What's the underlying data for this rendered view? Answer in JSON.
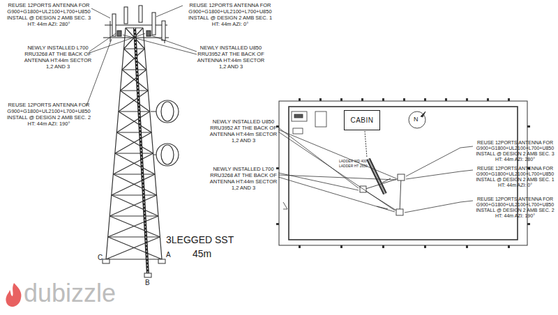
{
  "diagram": {
    "nodes": [
      {
        "text": [
          "CABIN"
        ]
      }
    ],
    "labels": [
      "REUSE 12PORTS ANTENNA FOR G900+G1800+UL2100+L700+U850 INSTALL @ DESIGN 2 AMB SEC. 3 HT: 44m AZI: 280°",
      "NEWLY INSTALLED L700 RRU3268 AT THE BACK OF ANTENNA HT:44m SECTOR 1,2 AND 3",
      "REUSE 12PORTS ANTENNA FOR G900+G1800+UL2100+L700+U850 INSTALL @ DESIGN 2 AMB SEC. 2 HT: 44m AZI: 190°",
      "REUSE 12PORTS ANTENNA FOR G900+G1800+UL2100+L700+U850 INSTALL @ DESIGN 2 AMB SEC. 1 HT: 44m AZI: 0°",
      "NEWLY INSTALLED U850 RRU3952 AT THE BACK OF ANTENNA HT:44m SECTOR 1,2 AND 3",
      "3LEGGED SST",
      "45m",
      "C",
      "B",
      "A",
      "NEWLY INSTALLED U850 RRU3952 AT THE BACK OF ANTENNA HT:44m SECTOR 1,2 AND 3",
      "NEWLY INSTALLED L700 RRU3268 AT THE BACK OF ANTENNA HT:44m SECTOR 1,2 AND 3",
      "LADDER WD 400",
      "LADDER HT 2650",
      "N",
      "REUSE 12PORTS ANTENNA FOR G900+G1800+UL2100+L700+U850 INSTALL @ DESIGN 2 AMB SEC. 3 HT: 44m AZI: 280°",
      "REUSE 12PORTS ANTENNA FOR G900+G1800+UL2100+L700+U850 INSTALL @ DESIGN 2 AMB SEC. 1 HT: 44m AZI: 0°",
      "REUSE 12PORTS ANTENNA FOR G900+G1800+UL2100+L700+U850 INSTALL @ DESIGN 2 AMB SEC. 2 HT: 44m AZI: 190°",
      "dubizzle"
    ]
  }
}
